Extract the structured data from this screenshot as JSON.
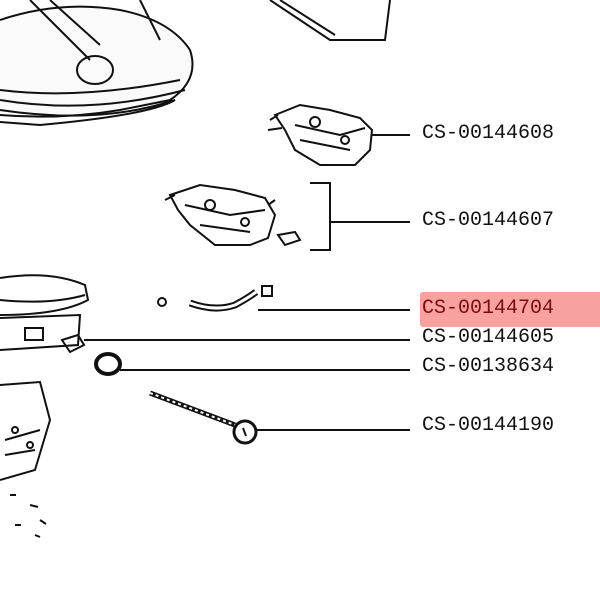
{
  "diagram": {
    "highlight_color": "#f29a9a",
    "parts": [
      {
        "id": "valve-top",
        "label": "CS-00144608",
        "highlighted": false
      },
      {
        "id": "valve-assembly",
        "label": "CS-00144607",
        "highlighted": false
      },
      {
        "id": "hose",
        "label": "CS-00144704",
        "highlighted": true
      },
      {
        "id": "connector",
        "label": "CS-00144605",
        "highlighted": false
      },
      {
        "id": "seal-ring",
        "label": "CS-00138634",
        "highlighted": false
      },
      {
        "id": "probe",
        "label": "CS-00144190",
        "highlighted": false
      }
    ]
  }
}
